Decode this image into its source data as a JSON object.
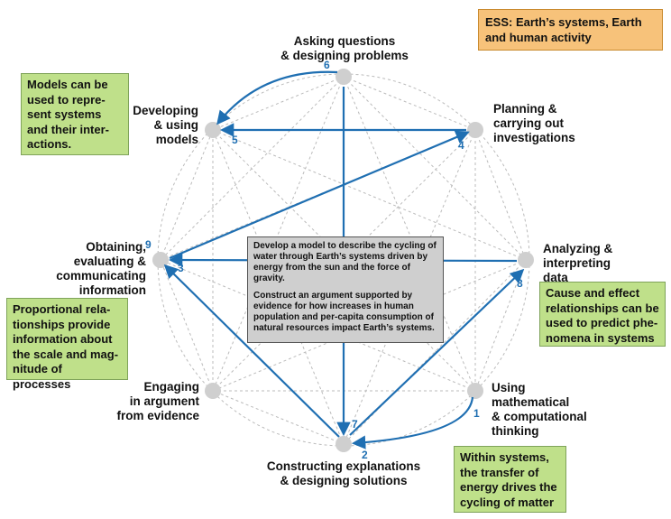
{
  "title_box": {
    "line1": "ESS: Earth’s systems, Earth",
    "line2": "and human activity"
  },
  "practices": {
    "asking": {
      "line1": "Asking questions",
      "line2": "& designing problems",
      "step": "6"
    },
    "planning": {
      "line1": "Planning &",
      "line2": "carrying out",
      "line3": "investigations",
      "step": "4"
    },
    "analyzing": {
      "line1": "Analyzing &",
      "line2": "interpreting",
      "line3": "data",
      "step": "8"
    },
    "using_math": {
      "line1": "Using",
      "line2": "mathematical",
      "line3": "& computational",
      "line4": "thinking",
      "step": "1"
    },
    "constructing": {
      "line1": "Constructing explanations",
      "line2": "& designing solutions",
      "step": "2",
      "step_alt": "7"
    },
    "engaging": {
      "line1": "Engaging",
      "line2": "in argument",
      "line3": "from evidence"
    },
    "obtaining": {
      "line1": "Obtaining,",
      "line2": "evaluating &",
      "line3": "communicating",
      "line4": "information",
      "step": "3",
      "step_alt": "9"
    },
    "developing": {
      "line1": "Developing",
      "line2": "& using",
      "line3": "models",
      "step": "5"
    }
  },
  "notes": {
    "models": {
      "l1": "Models can be",
      "l2": "used to repre-",
      "l3": "sent systems",
      "l4": "and their inter-",
      "l5": "actions."
    },
    "cause": {
      "l1": "Cause and effect",
      "l2": "relationships can be",
      "l3": "used to predict phe-",
      "l4": "nomena in systems"
    },
    "proportion": {
      "l1": "Proportional rela-",
      "l2": "tionships provide",
      "l3": "information about",
      "l4": "the scale and mag-",
      "l5": "nitude of processes"
    },
    "energy": {
      "l1": "Within systems,",
      "l2": "the transfer of",
      "l3": "energy drives the",
      "l4": "cycling of matter"
    }
  },
  "center": {
    "p1": "Develop a model to describe the cycling of water through Earth’s systems driven by energy from the sun and the force of gravity.",
    "p2": "Construct an argument supported by evidence for how increases in human population and per-capita consumption of natural resources impact Earth’s systems."
  },
  "colors": {
    "arrow": "#1f6fb2",
    "node": "#cfcfcf",
    "dashed": "#bbbbbb",
    "note_bg": "#bfe08a",
    "title_bg": "#f7c27a"
  }
}
